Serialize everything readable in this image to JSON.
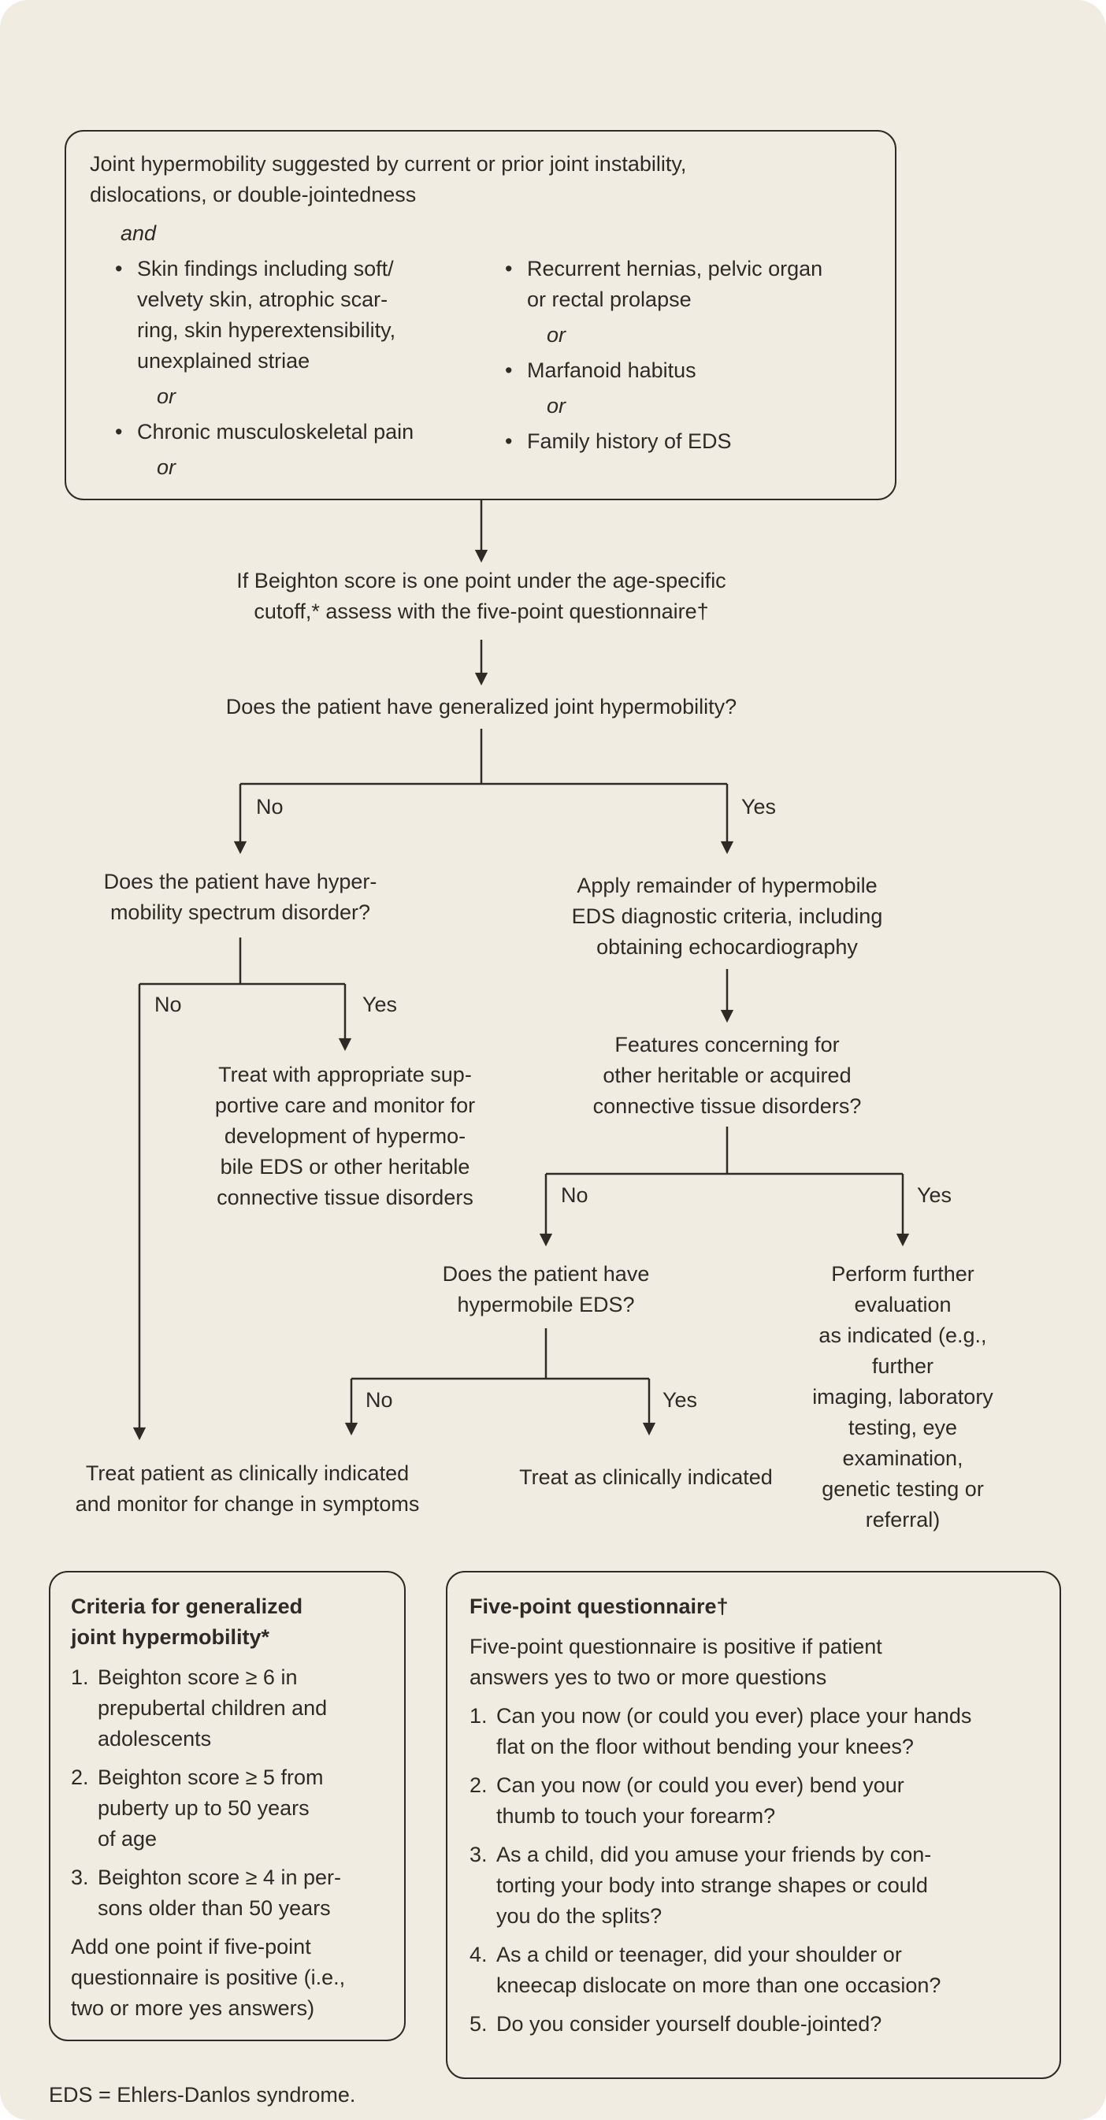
{
  "colors": {
    "background": "#f1ece1",
    "ink": "#2e2b27"
  },
  "top_box": {
    "intro": "Joint hypermobility suggested by current or prior joint instability,\ndislocations, or double-jointedness",
    "and_label": "and",
    "or_label": "or",
    "bullet": "•",
    "left_bullets": [
      "Skin findings including soft/\nvelvety skin, atrophic scar-\nring, skin hyperextensibility,\nunexplained striae",
      "Chronic musculoskeletal pain"
    ],
    "right_bullets": [
      "Recurrent hernias, pelvic organ\nor rectal prolapse",
      "Marfanoid habitus",
      "Family history of EDS"
    ]
  },
  "flow": {
    "beighton_note": "If Beighton score is one point under the age-specific\ncutoff,* assess with the five-point questionnaire†",
    "q_generalized": "Does the patient have generalized joint hypermobility?",
    "label_no": "No",
    "label_yes": "Yes",
    "q_spectrum": "Does the patient have hyper-\nmobility spectrum disorder?",
    "treat_supportive": "Treat with appropriate sup-\nportive care and monitor for\ndevelopment of hypermo-\nbile EDS or other heritable\nconnective tissue disorders",
    "apply_remainder": "Apply remainder of hypermobile\nEDS diagnostic criteria, including\nobtaining echocardiography",
    "q_features": "Features concerning for\nother heritable or acquired\nconnective tissue disorders?",
    "q_heds": "Does the patient have\nhypermobile EDS?",
    "perform_eval": "Perform further evaluation\nas indicated (e.g., further\nimaging, laboratory\ntesting, eye examination,\ngenetic testing or referral)",
    "treat_monitor": "Treat patient as clinically indicated\nand monitor for change in symptoms",
    "treat_indicated": "Treat as clinically indicated"
  },
  "criteria_box": {
    "title": "Criteria for generalized\njoint hypermobility*",
    "items": [
      {
        "num": "1.",
        "text": "Beighton score ≥ 6 in\nprepubertal children and\nadolescents"
      },
      {
        "num": "2.",
        "text": "Beighton score ≥ 5 from\npuberty up to 50 years\nof age"
      },
      {
        "num": "3.",
        "text": "Beighton score ≥ 4 in per-\nsons older than 50 years"
      }
    ],
    "addendum": "Add one point if five-point\nquestionnaire is positive (i.e.,\ntwo or more yes answers)"
  },
  "questionnaire_box": {
    "title": "Five-point questionnaire†",
    "intro": "Five-point questionnaire is positive if patient\nanswers yes to two or more questions",
    "items": [
      {
        "num": "1.",
        "text": "Can you now (or could you ever) place your hands\nflat on the floor without bending your knees?"
      },
      {
        "num": "2.",
        "text": "Can you now (or could you ever) bend your\nthumb to touch your forearm?"
      },
      {
        "num": "3.",
        "text": "As a child, did you amuse your friends by con-\ntorting your body into strange shapes or could\nyou do the splits?"
      },
      {
        "num": "4.",
        "text": "As a child or teenager, did your shoulder or\nkneecap dislocate on more than one occasion?"
      },
      {
        "num": "5.",
        "text": "Do you consider yourself double-jointed?"
      }
    ]
  },
  "footnote": "EDS = Ehlers-Danlos syndrome."
}
